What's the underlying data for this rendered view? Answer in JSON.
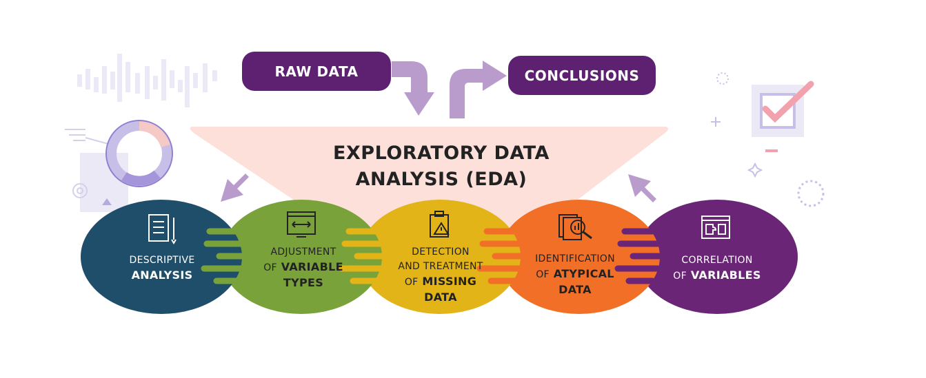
{
  "top": {
    "raw_data_label": "RAW DATA",
    "conclusions_label": "CONCLUSIONS"
  },
  "center": {
    "title_line1": "EXPLORATORY DATA",
    "title_line2": "ANALYSIS (EDA)"
  },
  "steps": [
    {
      "id": "descriptive",
      "line1": "DESCRIPTIVE",
      "line2": "ANALYSIS",
      "icon": "checklist-icon"
    },
    {
      "id": "variable-types",
      "line1": "ADJUSTMENT",
      "line2_prefix": "OF",
      "line2": "VARIABLE",
      "line3": "TYPES",
      "icon": "monitor-arrows-icon"
    },
    {
      "id": "missing-data",
      "line1": "DETECTION",
      "line2": "AND TREATMENT",
      "line3_prefix": "OF",
      "line3": "MISSING",
      "line4": "DATA",
      "icon": "clipboard-warning-icon"
    },
    {
      "id": "atypical-data",
      "line1": "IDENTIFICATION",
      "line2_prefix": "OF",
      "line2": "ATYPICAL",
      "line3": "DATA",
      "icon": "magnifier-chart-icon"
    },
    {
      "id": "correlation",
      "line1": "CORRELATION",
      "line2_prefix": "OF",
      "line2": "VARIABLES",
      "icon": "puzzle-screen-icon"
    }
  ],
  "colors": {
    "purple": "#5e2172",
    "navy": "#1f4e6b",
    "green": "#7aa23a",
    "yellow": "#e2b418",
    "orange": "#f26f27",
    "violet": "#6b2577",
    "funnel": "#fde0da",
    "arrow": "#b99ccc"
  }
}
